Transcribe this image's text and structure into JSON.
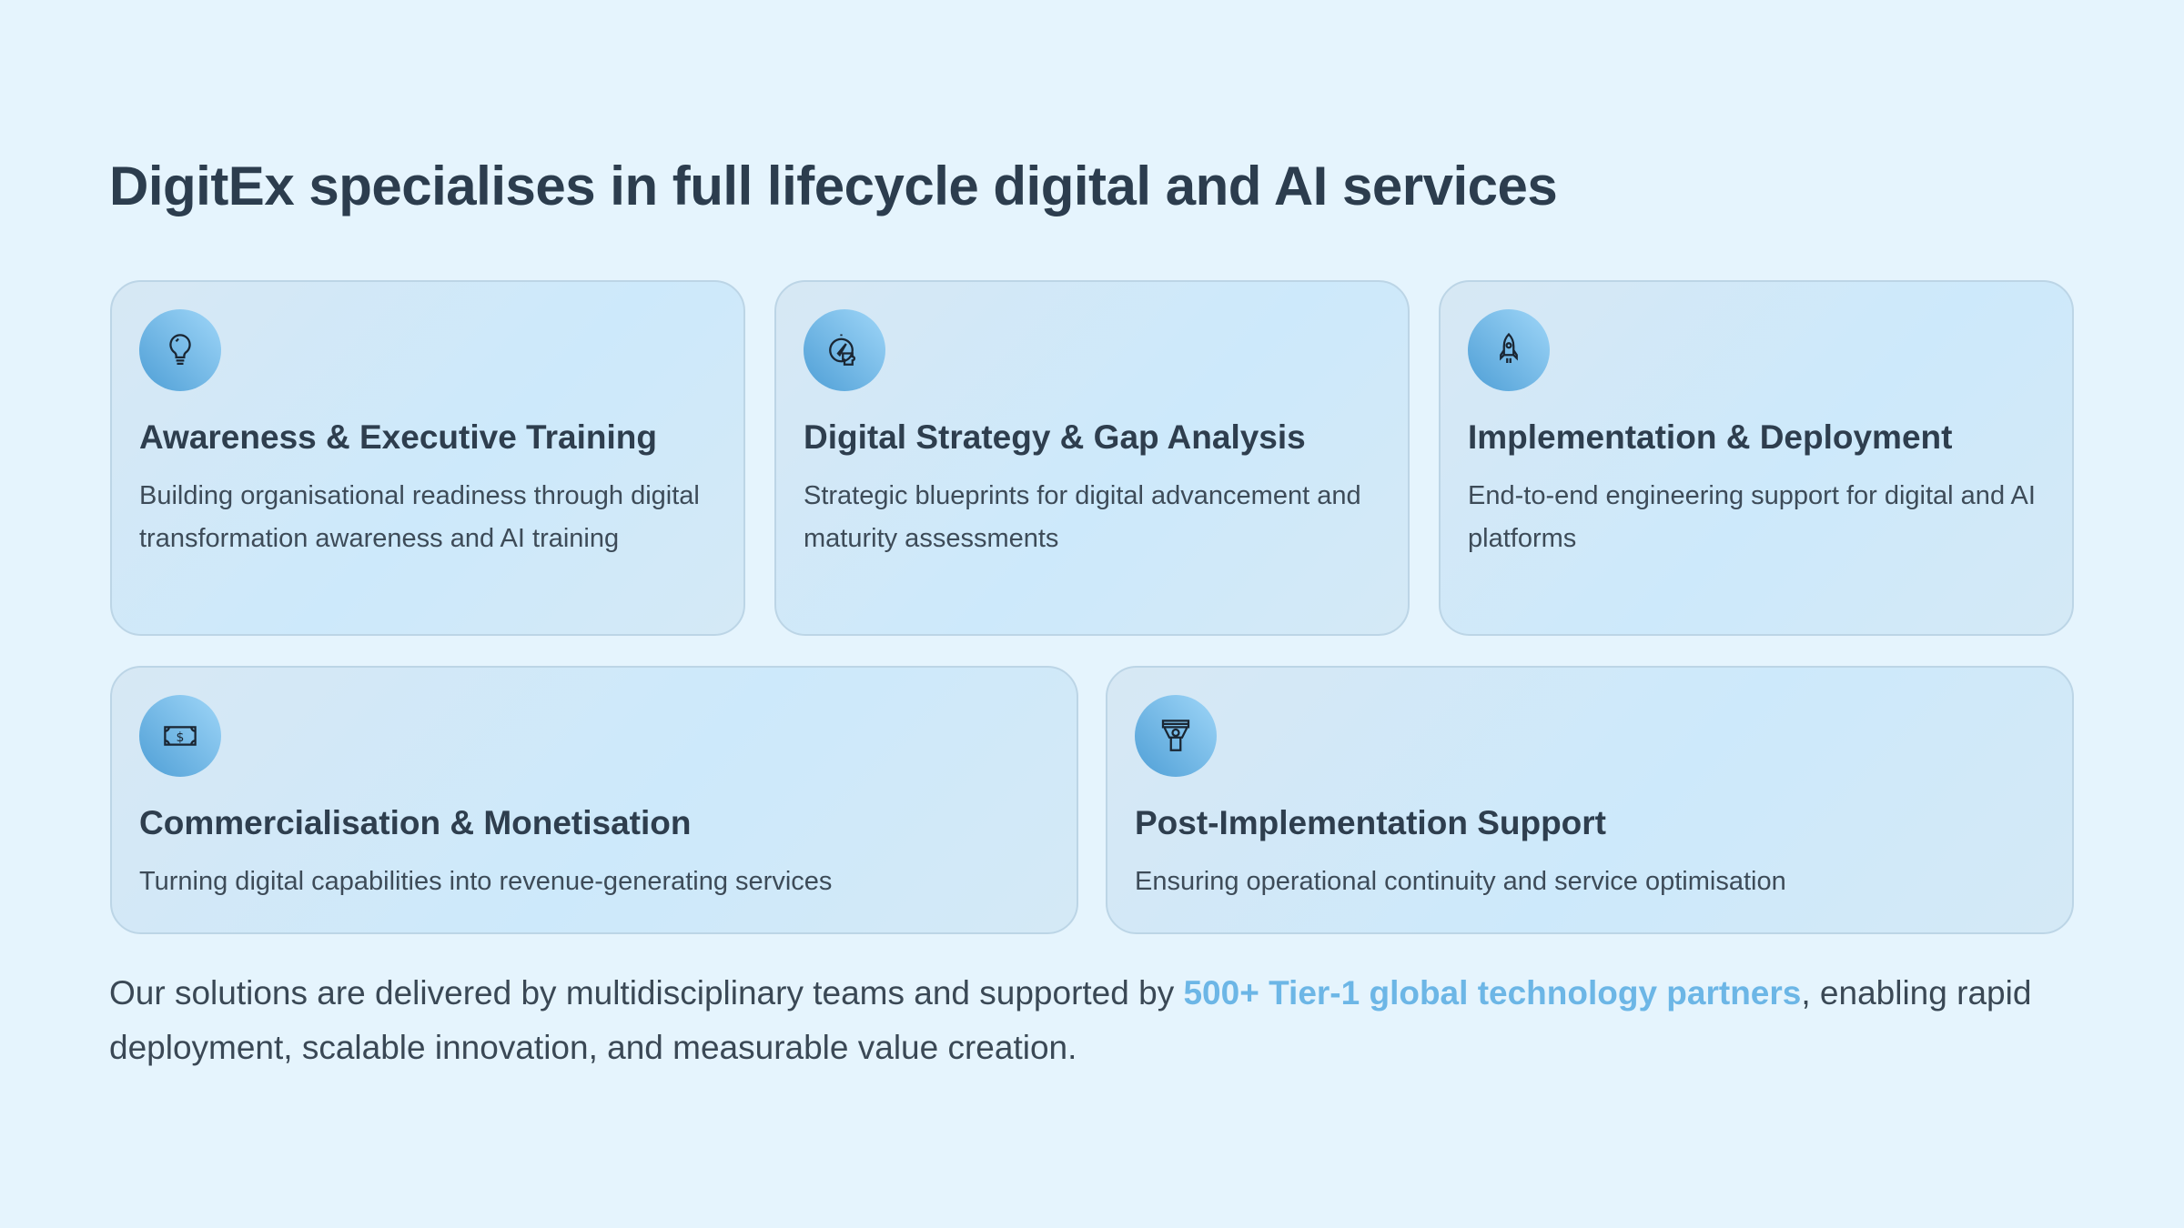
{
  "title": "DigitEx specialises in full lifecycle digital and AI services",
  "cards": [
    {
      "icon": "lightbulb-icon",
      "title": "Awareness & Executive Training",
      "description": "Building organisational readiness through digital transformation awareness and AI training"
    },
    {
      "icon": "compass-puzzle-icon",
      "title": "Digital Strategy & Gap Analysis",
      "description": "Strategic blueprints for digital advancement and maturity assessments"
    },
    {
      "icon": "rocket-icon",
      "title": "Implementation & Deployment",
      "description": "End-to-end engineering support for digital and AI platforms"
    },
    {
      "icon": "money-bill-icon",
      "title": "Commercialisation & Monetisation",
      "description": "Turning digital capabilities into revenue-generating services"
    },
    {
      "icon": "support-person-icon",
      "title": "Post-Implementation Support",
      "description": "Ensuring operational continuity and service optimisation"
    }
  ],
  "footer": {
    "before": "Our solutions are delivered by multidisciplinary teams and supported by ",
    "highlight": "500+ Tier-1 global technology partners",
    "after": ", enabling rapid deployment, scalable innovation, and measurable value creation."
  },
  "colors": {
    "background": "#e5f4fd",
    "accent": "#6cb6e6",
    "text": "#2c3d4e"
  }
}
